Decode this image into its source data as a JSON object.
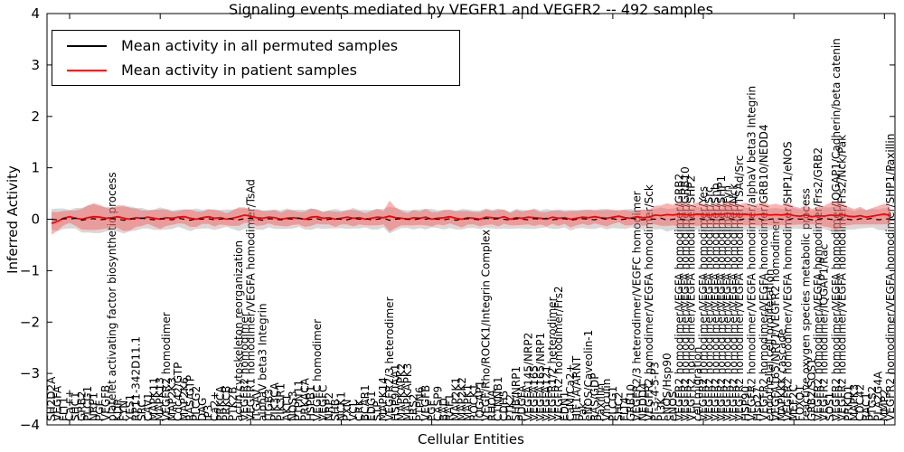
{
  "title": "Signaling events mediated by VEGFR1 and VEGFR2 -- 492 samples",
  "axes": {
    "ylabel": "Inferred Activity",
    "xlabel": "Cellular Entities",
    "yticks": [
      4,
      3,
      2,
      1,
      0,
      -1,
      -2,
      -3,
      -4
    ],
    "ylim": [
      -4,
      4
    ]
  },
  "legend": {
    "items": [
      {
        "label": "Mean activity in all permuted samples",
        "color": "#000000"
      },
      {
        "label": "Mean activity in patient samples",
        "color": "#ff0000"
      }
    ]
  },
  "colors": {
    "permuted_line": "#000000",
    "patient_line": "#ff0000",
    "permuted_band": "#999999",
    "patient_band": "#ff5555",
    "axis": "#000000"
  },
  "chart_data": {
    "type": "line",
    "title": "Signaling events mediated by VEGFR1 and VEGFR2 -- 492 samples",
    "xlabel": "Cellular Entities",
    "ylabel": "Inferred Activity",
    "ylim": [
      -4,
      4
    ],
    "grid": false,
    "legend_position": "upper left",
    "categories": [
      "SH2D2A",
      "VEGFA",
      "FLT1",
      "Ca++",
      "SHC1",
      "GRB2",
      "PLCG1",
      "NRP1",
      "PGF",
      "VEGFB",
      "platelet activating factor biosynthetic process",
      "KDR",
      "FYN",
      "YES1",
      "RP11-342D11.1",
      "SRC",
      "CAV1",
      "MAPK11",
      "MAPK13",
      "VEGFR2 homodimer",
      "MAP2K3",
      "Cdc42/GTP",
      "MAP2K6",
      "RAS/GTP",
      "PLCG2",
      "DAG",
      "IP3",
      "Ca2+",
      "PRKCA",
      "PRKCB",
      "PTK2B",
      "actin cytoskeleton reorganization",
      "VEGFR2 homodimer",
      "VEGFR1 homodimer/VEGFA homodimer/TsAd",
      "ITGAV",
      "alphaV beta3 Integrin",
      "ITGB3",
      "PIK3CA",
      "PIK3R1",
      "AKT1",
      "NOS3",
      "PTPN11",
      "PRKACA",
      "HSPB1",
      "VEGFC homodimer",
      "VEGFC",
      "NRP2",
      "SHB",
      "NCK1",
      "PXN",
      "VCL",
      "CRK",
      "BCAR1",
      "EDG1",
      "S1P",
      "MAPK14",
      "VEGFR2/3 heterodimer",
      "HSP90AA1",
      "MAPKAPK2",
      "MAPKAPK3",
      "FRS2",
      "PTPN6",
      "VEGFB",
      "PGF",
      "CASP9",
      "BAD",
      "RAF1",
      "MAP2K1",
      "MAP2K2",
      "MAPK1",
      "ROCK1",
      "IQGAP1",
      "VEGF/Rho/ROCK1/Integrin Complex",
      "RHOA",
      "CTNNB1",
      "CDH5",
      "PTK2",
      "SHB/NRP1",
      "PDGFA",
      "VEGFA145/NRP2",
      "VEGFA165",
      "VEGFA165/NRP1",
      "VEGFA121",
      "VEGFR1/2 heterodimer",
      "VEGFR2 homodimer/Frs2",
      "EDN1",
      "CaM/Ca2+",
      "HIF1A/ARNT",
      "Pak",
      "eNOS/Caveolin-1",
      "RAS/GDP",
      "Paxillin",
      "Vinculin",
      "PLCG1",
      "SHC2",
      "FLT4",
      "GRB10",
      "VEGFR2/3 heterodimer/VEGFC homodimer",
      "NEDD4",
      "VEGFR2 homodimer/VEGFA homodimer/Sck",
      "PI-3-4-5-P3",
      "PI3K",
      "eNOS/Hsp90",
      "eNOS",
      "VEGFR2 homodimer/VEGFA homodimer/GRB2",
      "VEGFR2 homodimer/VEGFA homodimer/GRB10",
      "VEGFR2 homodimer/VEGFA homodimer/SHP2",
      "cell migration",
      "VEGFR2 homodimer/VEGFA homodimer/Yes",
      "VEGFR2 homodimer/VEGFA homodimer/Src",
      "VEGFR2 homodimer/VEGFA homodimer/Shb",
      "VEGFR2 homodimer/VEGFA homodimer/SHP1",
      "VEGFR2 homodimer/VEGFA homodimer/Fyn",
      "VEGFR2 homodimer/VEGFA homodimer/Nck",
      "VEGFR2 homodimer/VEGFA homodimer/TSAd/Src",
      "HSP90",
      "VEGFR2 homodimer/VEGFA homodimer/alphaV beta3 Integrin",
      "Hsp27",
      "VEGFR2 homodimer/VEGFA homodimer/GRB10/NEDD4",
      "endothelial cell proliferation",
      "VEGFA165/NRP1/VEGFR2 homodimer",
      "MAPKKK cascade",
      "VEGFR2 homodimer/VEGFA homodimer/SHP1/eNOS",
      "MEF2C",
      "FOXO1",
      "reactive oxygen species metabolic process",
      "GRB2/SOS1",
      "VEGFR2 homodimer/VEGFA homodimer/Frs2/GRB2",
      "VEGFR2 homodimer/IQGAP1/Rac",
      "SOS1",
      "VEGFR2 homodimer/VEGFA homodimer/IQGAP1/Cadherin/beta catenin",
      "VEGFR2 homodimer/VEGFA homodimer/Frs2/Nck/Pak",
      "PRKD1",
      "MAPK3",
      "CDC42",
      "RAC1",
      "PTGS2",
      "PLA2G4A",
      "MMP2",
      "VEGFR2 homodimer/VEGFA homodimer/SHP1/Paxillin"
    ],
    "series": [
      {
        "name": "Mean activity in all permuted samples",
        "color": "#000000",
        "values": [
          0,
          -0.01,
          0.01,
          0,
          0.02,
          -0.02,
          0,
          0.01,
          -0.01,
          0,
          0.01,
          0,
          -0.02,
          0.01,
          0,
          0.02,
          0,
          -0.01,
          0.01,
          0,
          -0.01,
          0.02,
          0,
          -0.02,
          0.01,
          0,
          0.01,
          -0.01,
          0,
          0.02,
          0,
          -0.01,
          0.01,
          0.02,
          0,
          -0.02,
          0.01,
          0,
          -0.01,
          0.01,
          0,
          0.02,
          -0.01,
          0,
          0.01,
          -0.02,
          0,
          0.01,
          0,
          -0.01,
          0.02,
          0,
          0.01,
          -0.01,
          0,
          0.02,
          -0.02,
          0,
          0.01,
          0,
          -0.01,
          0.01,
          0,
          0.02,
          0,
          -0.01,
          0.01,
          -0.02,
          0,
          0.01,
          0,
          -0.01,
          0.02,
          0,
          0.01,
          0,
          -0.02,
          0.01,
          0,
          -0.01,
          0.01,
          0,
          0.02,
          -0.01,
          0,
          0.01,
          -0.02,
          0,
          0.01,
          0,
          -0.01,
          0.02,
          0,
          0.01,
          -0.01,
          0,
          0.02,
          0,
          -0.01,
          0.01,
          0,
          0.02,
          -0.02,
          0,
          0.01,
          -0.01,
          0,
          0.02,
          0,
          0.01,
          -0.01,
          0,
          0.02,
          0,
          -0.01,
          0.01,
          0,
          0.02,
          -0.02,
          0,
          0.01,
          0,
          -0.01,
          0.02,
          0,
          0.01,
          -0.01,
          0,
          0.02,
          0,
          -0.01,
          0.01,
          0,
          -0.02,
          0.01,
          0,
          0.02,
          -0.01,
          0,
          0.01
        ]
      },
      {
        "name": "Mean activity in patient samples",
        "color": "#ff0000",
        "values": [
          -0.08,
          -0.04,
          0.02,
          0.05,
          0.02,
          0,
          0.03,
          0.05,
          0.04,
          0.02,
          0.03,
          0.05,
          0.02,
          0,
          0.03,
          0.02,
          0.04,
          0.02,
          0,
          0.03,
          0.02,
          0.04,
          0.05,
          0.02,
          0,
          0.03,
          0.05,
          0.02,
          0.03,
          0,
          0.02,
          0.05,
          0.08,
          0.06,
          0.03,
          0.02,
          0.04,
          0.03,
          0,
          0.02,
          0.03,
          0.02,
          0,
          0.04,
          0.05,
          0.02,
          0.03,
          0,
          0.02,
          0.04,
          0.02,
          0.03,
          0,
          0.02,
          0.04,
          0.03,
          0.06,
          0.03,
          0.02,
          0,
          0.03,
          0.02,
          0.04,
          0,
          0.02,
          0.03,
          0.05,
          0.02,
          0,
          0.03,
          0.02,
          0,
          0.04,
          0.03,
          0.02,
          0.05,
          0,
          0.03,
          0.02,
          0.04,
          0.03,
          0.02,
          0,
          0.04,
          0.02,
          0.03,
          0,
          0.02,
          0.04,
          0.03,
          0.05,
          0.03,
          0.02,
          0.04,
          0.06,
          0.03,
          0.02,
          0.05,
          0.03,
          0.04,
          0.08,
          0.07,
          0.09,
          0.08,
          0.1,
          0.09,
          0.08,
          0.1,
          0.09,
          0.08,
          0.1,
          0.09,
          0.11,
          0.1,
          0.09,
          0.1,
          0.08,
          0.09,
          0.1,
          0.08,
          0.09,
          0.08,
          0.1,
          0.07,
          0.06,
          0.08,
          0.05,
          0.07,
          0.06,
          0.08,
          0.07,
          0.09,
          0.06,
          0.05,
          0.07,
          0.04,
          0.06,
          0.08,
          0.1,
          0.07
        ]
      }
    ],
    "bands": [
      {
        "name": "std of permuted samples",
        "color": "#999999",
        "half_widths": [
          0.2,
          0.22,
          0.2,
          0.18,
          0.2,
          0.24,
          0.26,
          0.28,
          0.26,
          0.24,
          0.22,
          0.24,
          0.26,
          0.24,
          0.22,
          0.2,
          0.18,
          0.2,
          0.22,
          0.2,
          0.18,
          0.17,
          0.19,
          0.21,
          0.2,
          0.18,
          0.19,
          0.2,
          0.18,
          0.17,
          0.19,
          0.22,
          0.2,
          0.18,
          0.2,
          0.19,
          0.17,
          0.19,
          0.18,
          0.2,
          0.18,
          0.17,
          0.19,
          0.21,
          0.18,
          0.17,
          0.18,
          0.19,
          0.17,
          0.18,
          0.2,
          0.18,
          0.17,
          0.19,
          0.2,
          0.18,
          0.26,
          0.22,
          0.18,
          0.17,
          0.19,
          0.18,
          0.2,
          0.18,
          0.17,
          0.19,
          0.18,
          0.18,
          0.2,
          0.18,
          0.17,
          0.18,
          0.19,
          0.18,
          0.2,
          0.18,
          0.17,
          0.19,
          0.18,
          0.18,
          0.2,
          0.17,
          0.18,
          0.18,
          0.19,
          0.17,
          0.2,
          0.18,
          0.18,
          0.19,
          0.18,
          0.18,
          0.2,
          0.18,
          0.17,
          0.19,
          0.18,
          0.17,
          0.2,
          0.18,
          0.2,
          0.21,
          0.22,
          0.21,
          0.23,
          0.22,
          0.21,
          0.22,
          0.21,
          0.2,
          0.22,
          0.21,
          0.23,
          0.22,
          0.21,
          0.22,
          0.2,
          0.21,
          0.22,
          0.21,
          0.21,
          0.2,
          0.22,
          0.2,
          0.19,
          0.2,
          0.18,
          0.2,
          0.21,
          0.23,
          0.26,
          0.22,
          0.2,
          0.18,
          0.19,
          0.17,
          0.18,
          0.2,
          0.22,
          0.19
        ]
      },
      {
        "name": "std of patient samples",
        "color": "#ff5555",
        "half_widths": [
          0.22,
          0.18,
          0.14,
          0.12,
          0.15,
          0.2,
          0.24,
          0.26,
          0.24,
          0.2,
          0.18,
          0.22,
          0.25,
          0.22,
          0.18,
          0.15,
          0.13,
          0.16,
          0.19,
          0.16,
          0.13,
          0.12,
          0.14,
          0.17,
          0.15,
          0.12,
          0.14,
          0.16,
          0.13,
          0.12,
          0.15,
          0.18,
          0.15,
          0.13,
          0.16,
          0.14,
          0.12,
          0.15,
          0.13,
          0.16,
          0.14,
          0.12,
          0.15,
          0.17,
          0.14,
          0.12,
          0.13,
          0.15,
          0.12,
          0.14,
          0.16,
          0.13,
          0.12,
          0.14,
          0.16,
          0.13,
          0.3,
          0.2,
          0.14,
          0.12,
          0.15,
          0.13,
          0.16,
          0.14,
          0.12,
          0.15,
          0.13,
          0.14,
          0.16,
          0.13,
          0.12,
          0.14,
          0.15,
          0.13,
          0.16,
          0.14,
          0.12,
          0.15,
          0.13,
          0.14,
          0.16,
          0.12,
          0.14,
          0.13,
          0.15,
          0.12,
          0.16,
          0.14,
          0.13,
          0.15,
          0.13,
          0.14,
          0.16,
          0.13,
          0.12,
          0.15,
          0.14,
          0.12,
          0.16,
          0.14,
          0.18,
          0.2,
          0.22,
          0.2,
          0.24,
          0.22,
          0.2,
          0.23,
          0.21,
          0.19,
          0.22,
          0.2,
          0.24,
          0.22,
          0.2,
          0.22,
          0.19,
          0.21,
          0.23,
          0.2,
          0.21,
          0.19,
          0.22,
          0.18,
          0.16,
          0.19,
          0.15,
          0.18,
          0.2,
          0.24,
          0.28,
          0.22,
          0.18,
          0.15,
          0.17,
          0.14,
          0.16,
          0.18,
          0.2,
          0.16
        ]
      }
    ]
  }
}
